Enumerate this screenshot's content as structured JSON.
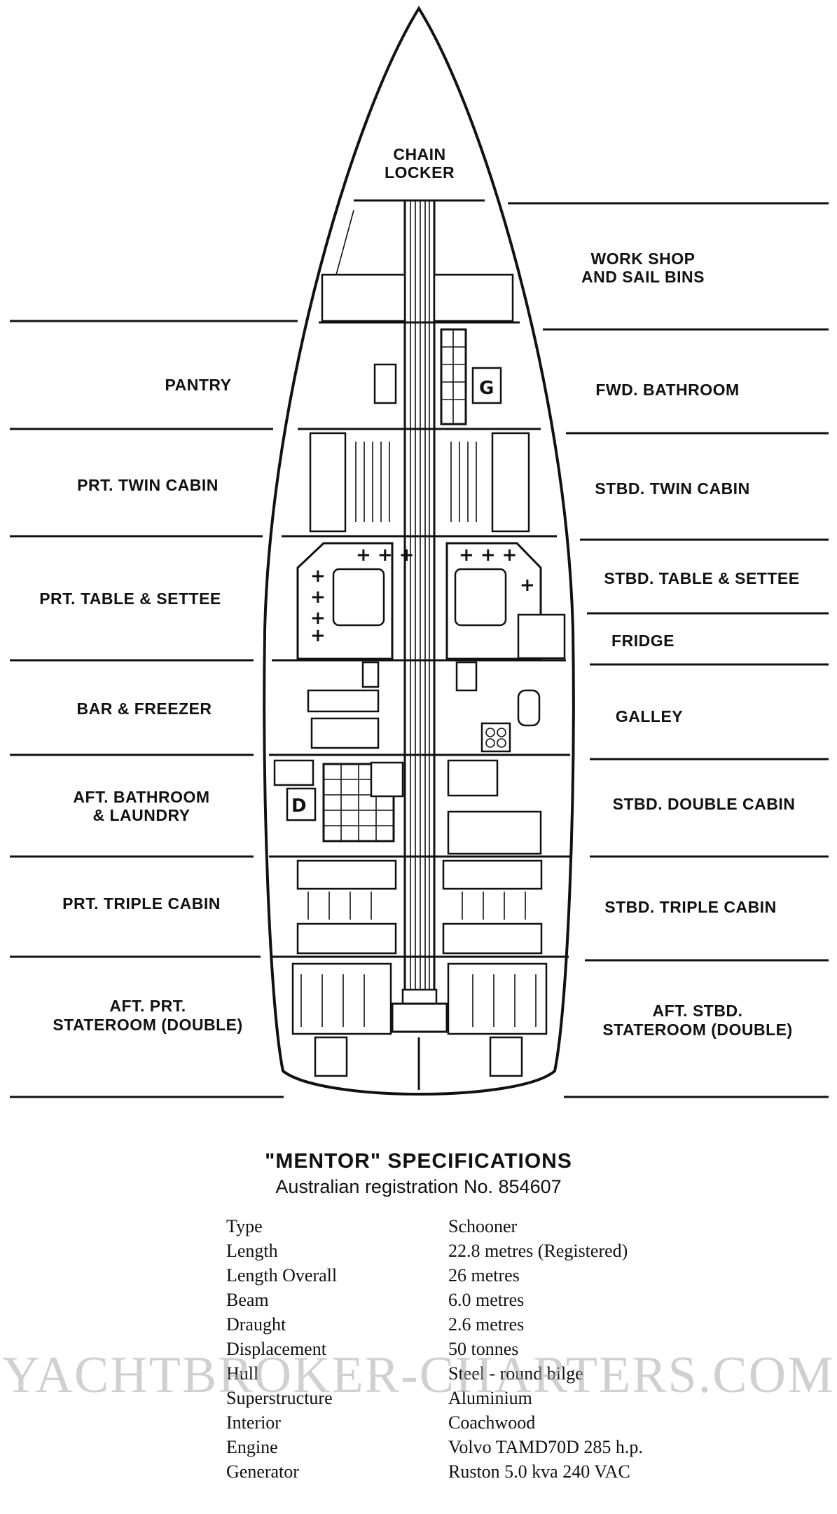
{
  "plan": {
    "compartments": {
      "chain_locker": [
        "CHAIN",
        "LOCKER"
      ],
      "work_shop": [
        "WORK SHOP",
        "AND SAIL BINS"
      ],
      "pantry": "PANTRY",
      "fwd_bathroom": "FWD. BATHROOM",
      "prt_twin": "PRT. TWIN CABIN",
      "stbd_twin": "STBD. TWIN CABIN",
      "prt_table": "PRT. TABLE & SETTEE",
      "stbd_table": "STBD. TABLE & SETTEE",
      "fridge": "FRIDGE",
      "bar_freezer": "BAR & FREEZER",
      "galley": "GALLEY",
      "aft_bathroom": [
        "AFT. BATHROOM",
        "& LAUNDRY"
      ],
      "stbd_double": "STBD. DOUBLE CABIN",
      "prt_triple": "PRT. TRIPLE CABIN",
      "stbd_triple": "STBD. TRIPLE CABIN",
      "aft_prt_stateroom": [
        "AFT. PRT.",
        "STATEROOM (DOUBLE)"
      ],
      "aft_stbd_stateroom": [
        "AFT. STBD.",
        "STATEROOM (DOUBLE)"
      ]
    },
    "symbols": {
      "fwd_bath_fixture": "G",
      "aft_bath_fixture": "D"
    }
  },
  "specifications": {
    "title": "\"MENTOR\" SPECIFICATIONS",
    "subtitle": "Australian registration No. 854607",
    "rows": [
      {
        "key": "Type",
        "value": "Schooner"
      },
      {
        "key": "Length",
        "value": "22.8 metres (Registered)"
      },
      {
        "key": "Length Overall",
        "value": "26 metres"
      },
      {
        "key": "Beam",
        "value": "6.0 metres"
      },
      {
        "key": "Draught",
        "value": "2.6 metres"
      },
      {
        "key": "Displacement",
        "value": "50 tonnes"
      },
      {
        "key": "Hull",
        "value": "Steel - round bilge"
      },
      {
        "key": "Superstructure",
        "value": "Aluminium"
      },
      {
        "key": "Interior",
        "value": "Coachwood"
      },
      {
        "key": "Engine",
        "value": "Volvo TAMD70D 285 h.p."
      },
      {
        "key": "Generator",
        "value": "Ruston 5.0 kva 240 VAC"
      }
    ]
  },
  "watermark": "YACHTBROKER-CHARTERS.COM"
}
